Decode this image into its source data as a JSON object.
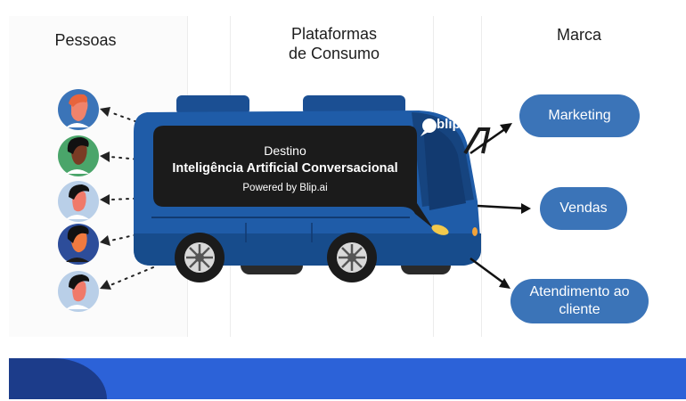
{
  "columns": {
    "people": "Pessoas",
    "platforms_line1": "Plataformas",
    "platforms_line2": "de Consumo",
    "brand": "Marca"
  },
  "bus": {
    "logo": "blip",
    "destination_label": "Destino",
    "destination": "Inteligência Artificial Conversacional",
    "powered_by": "Powered by Blip.ai"
  },
  "brand_targets": [
    "Marketing",
    "Vendas",
    "Atendimento ao cliente"
  ],
  "people": [
    {
      "avatar": "person-1",
      "bg": "#3b74b8"
    },
    {
      "avatar": "person-2",
      "bg": "#4aa56a"
    },
    {
      "avatar": "person-3",
      "bg": "#b9cfe8"
    },
    {
      "avatar": "person-4",
      "bg": "#2d4d9a"
    },
    {
      "avatar": "person-5",
      "bg": "#b9cfe8"
    }
  ],
  "colors": {
    "bus_body": "#1f5ca8",
    "bus_dark": "#123a70",
    "screen": "#1b1b1b",
    "pill": "#3b74b8",
    "footer": "#2c62d8"
  }
}
